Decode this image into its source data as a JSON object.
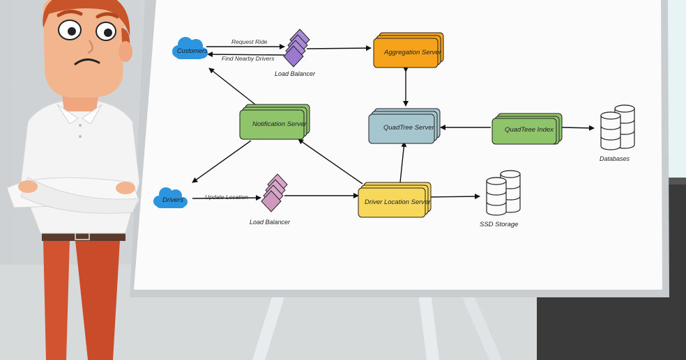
{
  "diagram": {
    "nodes": {
      "customers": "Customers",
      "drivers": "Drivers",
      "load_balancer_top": "Load Balancer",
      "load_balancer_bottom": "Load Balancer",
      "aggregation_server": "Aggregation Server",
      "notification_server": "Notification Server",
      "quadtree_server": "QuadTree Server",
      "quadtree_index": "QuadTeee Index",
      "driver_location_server": "Driver Location Server",
      "databases": "Databases",
      "ssd_storage": "SSD Storage"
    },
    "edges": {
      "request_ride": "Request Ride",
      "find_nearby_drivers": "Find Nearby Drivers",
      "update_location": "Update Location"
    }
  },
  "colors": {
    "aggregation": "#f7a21b",
    "notification": "#8fc46a",
    "quadtree_server": "#a6c6cf",
    "quadtree_index": "#8fc46a",
    "driver_location": "#f7d85a",
    "load_balancer_top": "#a98ad8",
    "load_balancer_bottom": "#d8a6c8",
    "cloud": "#2d95e0",
    "board": "#fbfbfb"
  }
}
